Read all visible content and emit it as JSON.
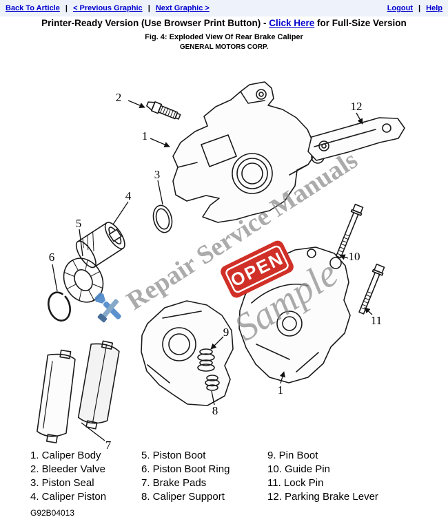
{
  "topbar": {
    "back_to_article": "Back To Article",
    "previous_graphic": "< Previous Graphic",
    "next_graphic": "Next Graphic >",
    "logout": "Logout",
    "help": "Help",
    "separator": "|"
  },
  "header": {
    "printer_ready_prefix": "Printer-Ready Version (Use Browser Print Button) - ",
    "click_here_label": "Click Here",
    "printer_ready_suffix": " for Full-Size Version",
    "figure_caption": "Fig. 4: Exploded View Of Rear Brake Caliper",
    "manufacturer": "GENERAL MOTORS CORP."
  },
  "diagram": {
    "callouts": [
      "1",
      "2",
      "3",
      "4",
      "5",
      "6",
      "7",
      "8",
      "9",
      "10",
      "11",
      "12",
      "1"
    ],
    "watermark_text": "Repair Service Manuals",
    "watermark_sample": "Sample",
    "open_sign": "OPEN"
  },
  "legend": {
    "columns": [
      [
        "1. Caliper Body",
        "2. Bleeder Valve",
        "3. Piston Seal",
        "4. Caliper Piston"
      ],
      [
        "5. Piston Boot",
        "6. Piston Boot Ring",
        "7. Brake Pads",
        "8. Caliper Support"
      ],
      [
        "9. Pin Boot",
        "10. Guide Pin",
        "11. Lock Pin",
        "12. Parking Brake Lever"
      ]
    ]
  },
  "footer": {
    "figure_id": "G92B04013"
  },
  "colors": {
    "link_blue": "#0000cc",
    "watermark_gray": "#8f8f8f",
    "open_sign_red": "#d03028"
  }
}
